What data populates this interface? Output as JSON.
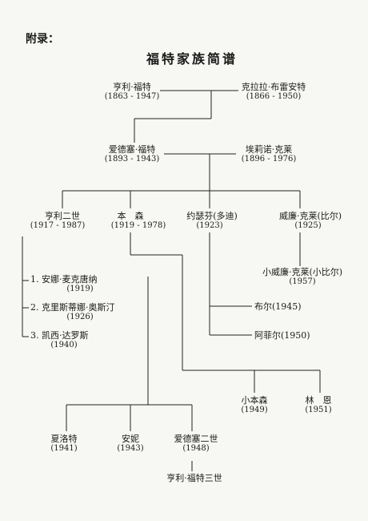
{
  "appendix_label": "附录：",
  "title": "福特家族简谱",
  "people": {
    "henry": {
      "name": "亨利·福特",
      "years": "(1863 - 1947)"
    },
    "clara": {
      "name": "克拉拉·布雷安特",
      "years": "(1866 - 1950)"
    },
    "edsel": {
      "name": "爱德塞·福特",
      "years": "(1893 - 1943)"
    },
    "eleanor": {
      "name": "埃莉诺·克莱",
      "years": "(1896 - 1976)"
    },
    "henry2": {
      "name": "亨利二世",
      "years": "(1917 - 1987)"
    },
    "benson": {
      "name": "本　森",
      "years": "(1919 - 1978)"
    },
    "josephine": {
      "name": "约瑟芬(多迪)",
      "years": "(1923)"
    },
    "william": {
      "name": "威廉·克莱(比尔)",
      "years": "(1925)"
    },
    "wife1": {
      "name": "1. 安娜·麦克唐纳",
      "years": "(1919)"
    },
    "wife2": {
      "name": "2. 克里斯蒂娜·奥斯汀",
      "years": "(1926)"
    },
    "wife3": {
      "name": "3. 凯西·达罗斯",
      "years": "(1940)"
    },
    "billjr": {
      "name": "小威廉·克莱(小比尔)",
      "years": "(1957)"
    },
    "buhl": {
      "name": "布尔(1945)"
    },
    "alfred": {
      "name": "阿菲尔(1950)"
    },
    "bensonjr": {
      "name": "小本森",
      "years": "(1949)"
    },
    "lynn": {
      "name": "林　恩",
      "years": "(1951)"
    },
    "charlotte": {
      "name": "夏洛特",
      "years": "(1941)"
    },
    "anne": {
      "name": "安妮",
      "years": "(1943)"
    },
    "edsel2": {
      "name": "爱德塞二世",
      "years": "(1948)"
    },
    "henry3": {
      "name": "亨利·福特三世"
    }
  }
}
